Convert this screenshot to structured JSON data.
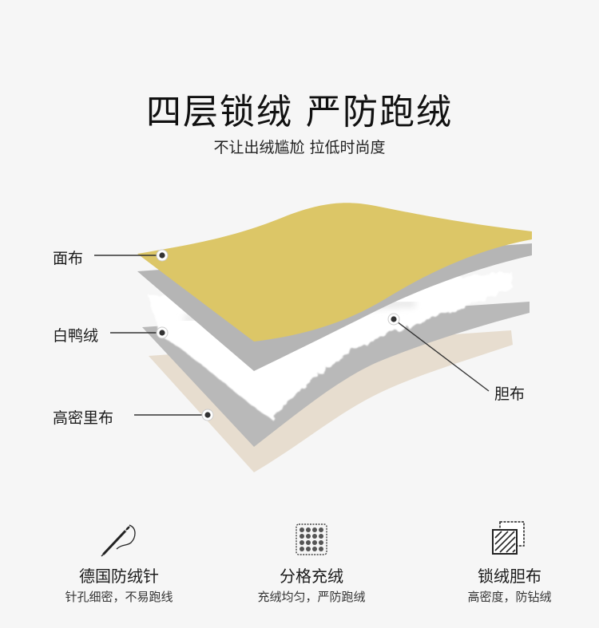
{
  "title": "四层锁绒 严防跑绒",
  "subtitle": "不让出绒尴尬 拉低时尚度",
  "labels": {
    "top": "面布",
    "down": "白鸭绒",
    "bottom": "高密里布",
    "lining": "胆布"
  },
  "colors": {
    "face_fabric": "#dcc667",
    "gray_layer": "#b5b5b5",
    "down": "#ffffff",
    "beige_layer": "#e7ddcf",
    "background": "#f6f6f6"
  },
  "features": [
    {
      "icon": "needle-icon",
      "title": "德国防绒针",
      "desc": "针孔细密，不易跑线"
    },
    {
      "icon": "quilt-grid-icon",
      "title": "分格充绒",
      "desc": "充绒均匀，严防跑绒"
    },
    {
      "icon": "fabric-layers-icon",
      "title": "锁绒胆布",
      "desc": "高密度，防钻绒"
    }
  ]
}
